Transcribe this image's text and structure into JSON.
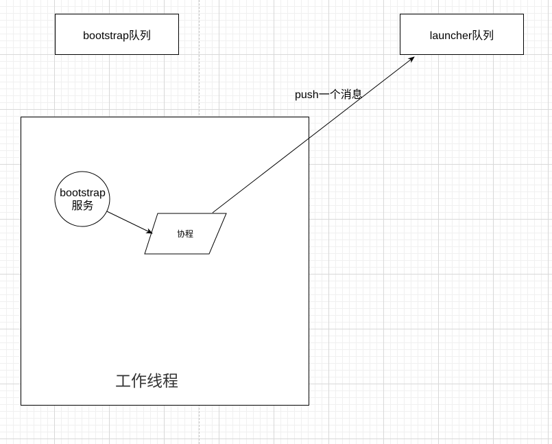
{
  "diagram": {
    "queues": {
      "bootstrap": "bootstrap队列",
      "launcher": "launcher队列"
    },
    "thread_label": "工作线程",
    "service": {
      "line1": "bootstrap",
      "line2": "服务"
    },
    "coroutine_label": "协程",
    "push_label": "push一个消息"
  }
}
